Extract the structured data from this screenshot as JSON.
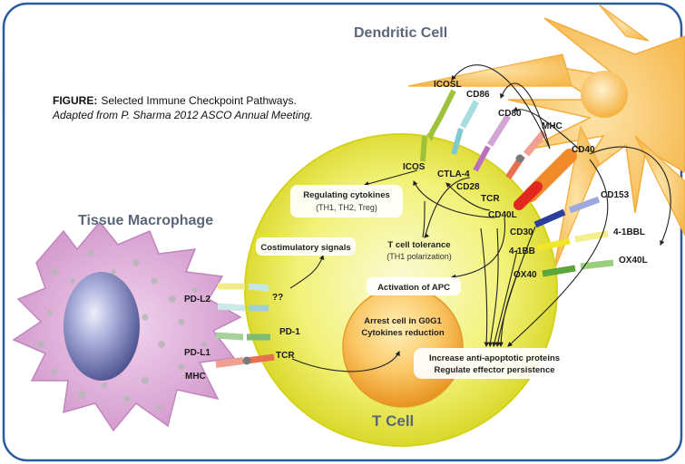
{
  "figure": {
    "caption_label": "FIGURE:",
    "caption_text": "Selected Immune Checkpoint Pathways.",
    "caption_source": "Adapted from P. Sharma 2012 ASCO Annual Meeting."
  },
  "cells": {
    "dendritic": "Dendritic Cell",
    "macrophage": "Tissue Macrophage",
    "tcell": "T Cell"
  },
  "ligands": {
    "icosl": "ICOSL",
    "cd86": "CD86",
    "cd80": "CD80",
    "mhc_dc": "MHC",
    "cd40": "CD40",
    "cd153": "CD153",
    "bbl41": "4-1BBL",
    "ox40l": "OX40L",
    "pdl2": "PD-L2",
    "pdl1": "PD-L1",
    "mhc_mac": "MHC"
  },
  "receptors": {
    "icos": "ICOS",
    "ctla4": "CTLA-4",
    "cd28": "CD28",
    "tcr_dc": "TCR",
    "cd40l": "CD40L",
    "cd30": "CD30",
    "bb41": "4-1BB",
    "ox40": "OX40",
    "unknown": "??",
    "pd1": "PD-1",
    "tcr_mac": "TCR"
  },
  "boxes": {
    "regulating": "Regulating cytokines",
    "regulating_sub": "(TH1, TH2, Treg)",
    "costim": "Costimulatory signals",
    "tolerance": "T cell tolerance",
    "tolerance_sub": "(TH1 polarization)",
    "activation": "Activation of APC",
    "arrest": "Arrest cell in G0G1",
    "cytokines_red": "Cytokines reduction",
    "anti_apop": "Increase anti-apoptotic proteins",
    "effector": "Regulate effector persistence"
  },
  "colors": {
    "border": "#2a5b9e",
    "tcell_outer": "#e2e230",
    "tcell_nucleus": "#f5a623",
    "dc_body": "#f9c46b",
    "macrophage": "#d9a8d4",
    "macrophage_nucleus": "#6a6fa8"
  }
}
